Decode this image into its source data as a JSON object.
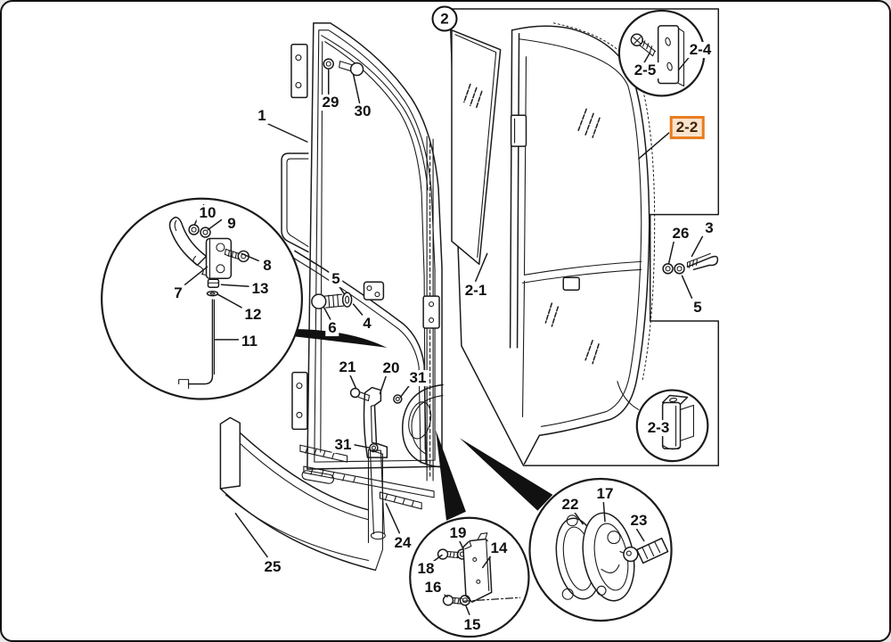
{
  "figure": {
    "type": "exploded-parts-diagram",
    "subject": "cab door, glass and lock assembly",
    "region_label": "2",
    "highlighted_part": "2-2"
  },
  "colors": {
    "ink": "#1a1a1a",
    "background": "#ffffff",
    "highlight_border": "#e87c1e",
    "highlight_fill": "#f9e4cf",
    "highlight_text": "#442200"
  },
  "callouts": {
    "c1": "1",
    "c2": "2",
    "c2_1": "2-1",
    "c2_2": "2-2",
    "c2_3": "2-3",
    "c2_4": "2-4",
    "c2_5": "2-5",
    "c3": "3",
    "c4": "4",
    "c5_door": "5",
    "c5_frame": "5",
    "c6": "6",
    "c7": "7",
    "c8": "8",
    "c9": "9",
    "c10": "10",
    "c11": "11",
    "c12": "12",
    "c13": "13",
    "c14": "14",
    "c15": "15",
    "c16": "16",
    "c17": "17",
    "c18": "18",
    "c19": "19",
    "c20": "20",
    "c21": "21",
    "c22": "22",
    "c23": "23",
    "c24": "24",
    "c25": "25",
    "c26": "26",
    "c29": "29",
    "c30": "30",
    "c31_upper": "31",
    "c31_lower": "31"
  }
}
